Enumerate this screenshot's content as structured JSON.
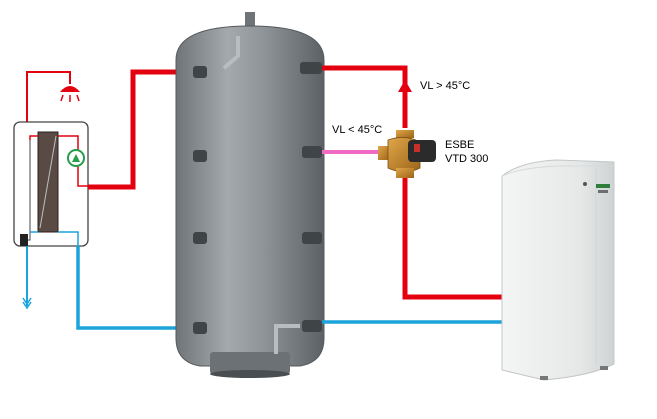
{
  "labels": {
    "vl_high": "VL > 45°C",
    "vl_low": "VL < 45°C",
    "valve_brand": "ESBE",
    "valve_model": "VTD 300"
  },
  "colors": {
    "hot_pipe": "#e3000f",
    "cold_pipe": "#1ba3dc",
    "mix_pipe": "#ee6ac4",
    "tank": "#8e9498",
    "valve": "#c8892a",
    "heat_pump": "#eef0f0"
  },
  "icons": [
    "shower-icon",
    "pump-icon",
    "drain-arrow-icon",
    "flow-arrow-icon"
  ]
}
